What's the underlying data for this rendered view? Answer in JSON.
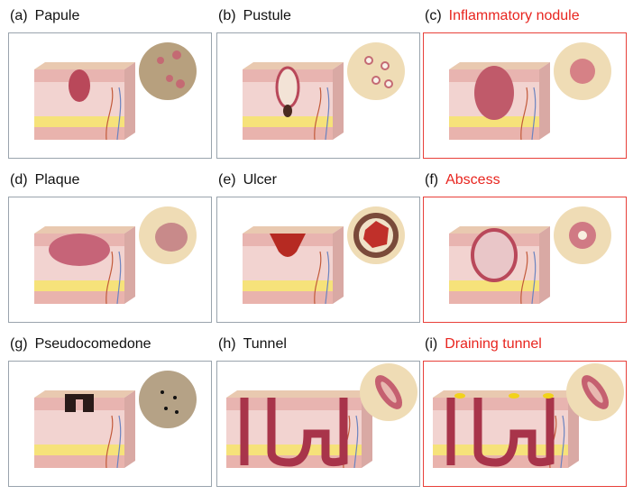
{
  "panels": [
    {
      "letter": "(a)",
      "label": "Papule",
      "highlight": false,
      "type": "papule"
    },
    {
      "letter": "(b)",
      "label": "Pustule",
      "highlight": false,
      "type": "pustule"
    },
    {
      "letter": "(c)",
      "label": "Inflammatory nodule",
      "highlight": true,
      "type": "nodule"
    },
    {
      "letter": "(d)",
      "label": "Plaque",
      "highlight": false,
      "type": "plaque"
    },
    {
      "letter": "(e)",
      "label": "Ulcer",
      "highlight": false,
      "type": "ulcer"
    },
    {
      "letter": "(f)",
      "label": "Abscess",
      "highlight": true,
      "type": "abscess"
    },
    {
      "letter": "(g)",
      "label": "Pseudocomedone",
      "highlight": false,
      "type": "pseudocomedone"
    },
    {
      "letter": "(h)",
      "label": "Tunnel",
      "highlight": false,
      "type": "tunnel"
    },
    {
      "letter": "(i)",
      "label": "Draining tunnel",
      "highlight": true,
      "type": "draining"
    }
  ],
  "colors": {
    "highlight": "#e8251f",
    "frame": "#9aa4ad"
  }
}
